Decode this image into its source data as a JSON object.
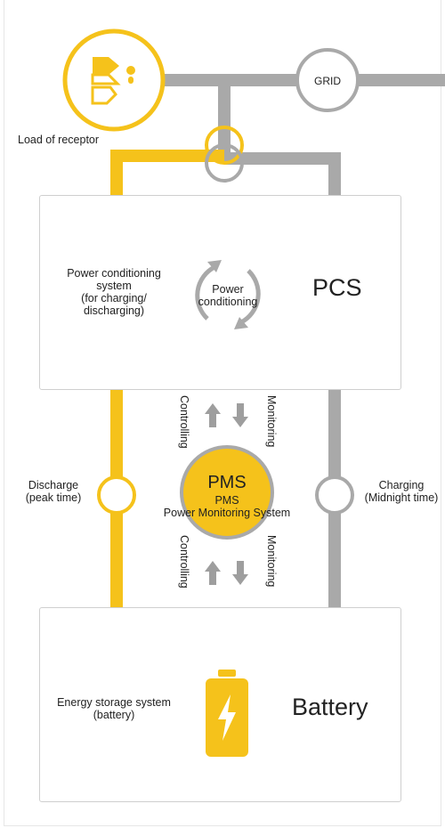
{
  "grid": {
    "label": "GRID"
  },
  "load": {
    "label": "Load of receptor",
    "icon": "house-lamp-icon"
  },
  "pcs": {
    "description": [
      "Power conditioning",
      "system",
      "(for charging/",
      "discharging)"
    ],
    "cycle_label": [
      "Power",
      "conditioning"
    ],
    "title": "PCS",
    "icon": "cycle-arrows-icon"
  },
  "control": {
    "controlling": "Controlling",
    "monitoring": "Monitoring",
    "icon": "up-down-arrows-icon"
  },
  "pms": {
    "title": "PMS",
    "sub": "PMS",
    "name": "Power Monitoring System"
  },
  "discharge": {
    "line1": "Discharge",
    "line2": "(peak time)"
  },
  "charging": {
    "line1": "Charging",
    "line2": "(Midnight time)"
  },
  "battery": {
    "description": [
      "Energy storage system",
      "(battery)"
    ],
    "title": "Battery",
    "icon": "battery-bolt-icon"
  },
  "colors": {
    "yellow": "#f5c21b",
    "gray": "#a9a9a9",
    "dark_gray": "#9e9e9e",
    "line_gray": "#b0b0b0"
  }
}
